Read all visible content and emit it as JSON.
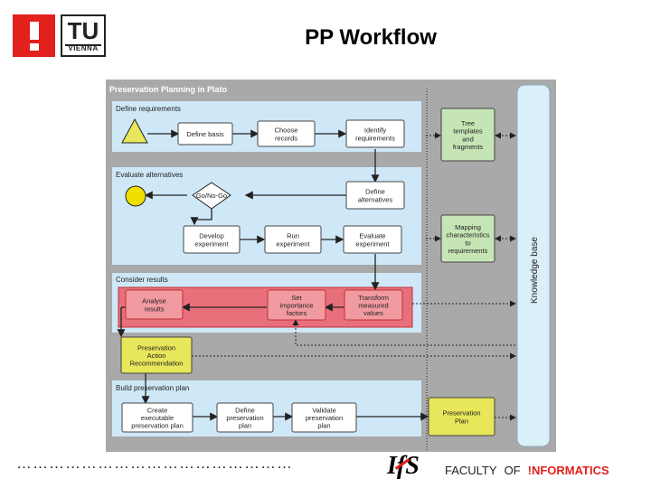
{
  "header": {
    "title": "PP Workflow",
    "logo_tu": "TU",
    "logo_sub": "VIENNA",
    "logo_mark": "!"
  },
  "diagram": {
    "frame_title": "Preservation Planning in Plato",
    "knowledge_base": "Knowledge base",
    "sections": {
      "define": "Define requirements",
      "evaluate": "Evaluate alternatives",
      "consider": "Consider results",
      "build": "Build preservation plan"
    },
    "boxes": {
      "define_basis": "Define basis",
      "choose_records": [
        "Choose",
        "records"
      ],
      "identify_requirements": [
        "Identify",
        "requirements"
      ],
      "tree_templates": [
        "Tree",
        "templates",
        "and",
        "fragments"
      ],
      "go_no_go": "Go/No-Go",
      "define_alternatives": [
        "Define",
        "alternatives"
      ],
      "develop_experiment": [
        "Develop",
        "experiment"
      ],
      "run_experiment": [
        "Run",
        "experiment"
      ],
      "evaluate_experiment": [
        "Evaluate",
        "experiment"
      ],
      "mapping": [
        "Mapping",
        "characteristics",
        "to",
        "requirements"
      ],
      "analyse_results": [
        "Analyse",
        "results"
      ],
      "set_importance": [
        "Set",
        "importance",
        "factors"
      ],
      "transform_values": [
        "Transform",
        "measured",
        "values"
      ],
      "recommendation": [
        "Preservation",
        "Action",
        "Recommendation"
      ],
      "create_plan": [
        "Create",
        "executable",
        "preservation plan"
      ],
      "define_plan": [
        "Define",
        "preservation",
        "plan"
      ],
      "validate_plan": [
        "Validate",
        "preservation",
        "plan"
      ],
      "preservation_plan": [
        "Preservation",
        "Plan"
      ]
    },
    "colors": {
      "frame": "#a9a9a9",
      "section": "#cfe8f7",
      "box": "#ffffff",
      "green_box": "#c6e5b5",
      "yellow_box": "#e8e65a",
      "red_band": "#e8707a",
      "red_box": "#f19aa0",
      "kb": "#dbeff9"
    }
  },
  "footer": {
    "dots": "……………………………………………",
    "ifs": "IfS",
    "faculty": "FACULTY",
    "of": "OF",
    "informatics": "!NFORMATICS"
  }
}
